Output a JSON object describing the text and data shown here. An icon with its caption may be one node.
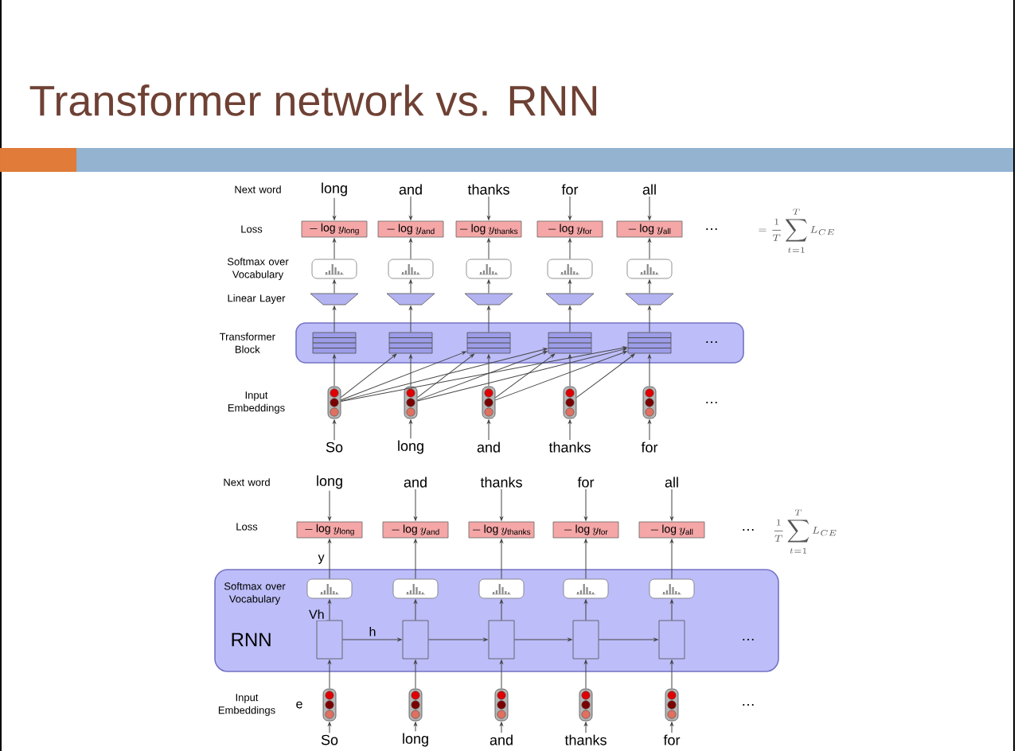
{
  "diagram": {
    "title": "Transformer network vs. RNN",
    "nodes": [
      {
        "text": [
          "long"
        ]
      },
      {
        "text": [
          "and"
        ]
      },
      {
        "text": [
          "thanks"
        ]
      },
      {
        "text": [
          "for"
        ]
      },
      {
        "text": [
          "all"
        ]
      },
      {
        "text": [
          "-\\log y_{\\mathrm{long}}"
        ]
      },
      {
        "text": [
          "-\\log y_{\\mathrm{and}}"
        ]
      },
      {
        "text": [
          "-\\log y_{\\mathrm{thanks}}"
        ]
      },
      {
        "text": [
          "-\\log y_{\\mathrm{for}}"
        ]
      },
      {
        "text": [
          "-\\log y_{\\mathrm{all}}"
        ]
      },
      {
        "text": [],
        "shape": "box"
      },
      {
        "text": [],
        "shape": "box"
      },
      {
        "text": [],
        "shape": "box"
      },
      {
        "text": [],
        "shape": "box"
      },
      {
        "text": [],
        "shape": "box"
      },
      {
        "text": [],
        "shape": "trapezoid"
      },
      {
        "text": [],
        "shape": "trapezoid"
      },
      {
        "text": [],
        "shape": "trapezoid"
      },
      {
        "text": [],
        "shape": "trapezoid"
      },
      {
        "text": [],
        "shape": "trapezoid"
      },
      {
        "text": [],
        "shape": "box",
        "beside": [
          "Transformer Block"
        ]
      },
      {
        "text": [],
        "shape": "box",
        "in": 20
      },
      {
        "text": [],
        "shape": "box",
        "in": 20
      },
      {
        "text": [],
        "shape": "box",
        "in": 20
      },
      {
        "text": [],
        "shape": "box",
        "in": 20
      },
      {
        "text": [],
        "shape": "box",
        "in": 20
      },
      {
        "text": [],
        "shape": "bar"
      },
      {
        "text": [],
        "shape": "bar"
      },
      {
        "text": [],
        "shape": "bar"
      },
      {
        "text": [],
        "shape": "bar"
      },
      {
        "text": [],
        "shape": "bar"
      },
      {
        "text": [
          "So"
        ]
      },
      {
        "text": [
          "long"
        ]
      },
      {
        "text": [
          "and"
        ]
      },
      {
        "text": [
          "thanks"
        ]
      },
      {
        "text": [
          "for"
        ]
      },
      {
        "text": [
          "long"
        ]
      },
      {
        "text": [
          "and"
        ]
      },
      {
        "text": [
          "thanks"
        ]
      },
      {
        "text": [
          "for"
        ]
      },
      {
        "text": [
          "all"
        ]
      },
      {
        "text": [
          "-\\log y_{\\mathrm{long}}"
        ]
      },
      {
        "text": [
          "-\\log y_{\\mathrm{and}}"
        ]
      },
      {
        "text": [
          "-\\log y_{\\mathrm{thanks}}"
        ]
      },
      {
        "text": [
          "-\\log y_{\\mathrm{for}}"
        ]
      },
      {
        "text": [
          "-\\log y_{\\mathrm{all}}"
        ]
      },
      {
        "text": [
          "RNN"
        ]
      },
      {
        "text": [],
        "shape": "box",
        "in": 46
      },
      {
        "text": [],
        "shape": "box",
        "in": 46
      },
      {
        "text": [],
        "shape": "box",
        "in": 46
      },
      {
        "text": [],
        "shape": "box",
        "in": 46
      },
      {
        "text": [],
        "shape": "box",
        "in": 46
      },
      {
        "text": [],
        "shape": "box",
        "in": 46
      },
      {
        "text": [],
        "shape": "box",
        "in": 46
      },
      {
        "text": [],
        "shape": "box",
        "in": 46
      },
      {
        "text": [],
        "shape": "box",
        "in": 46
      },
      {
        "text": [],
        "shape": "box",
        "in": 46
      },
      {
        "text": [],
        "shape": "bar"
      },
      {
        "text": [],
        "shape": "bar"
      },
      {
        "text": [],
        "shape": "bar"
      },
      {
        "text": [],
        "shape": "bar"
      },
      {
        "text": [],
        "shape": "bar"
      },
      {
        "text": [
          "So"
        ]
      },
      {
        "text": [
          "long"
        ]
      },
      {
        "text": [
          "and"
        ]
      },
      {
        "text": [
          "thanks"
        ]
      },
      {
        "text": [
          "for"
        ]
      }
    ],
    "edges": [
      {
        "from": 0,
        "to": 5,
        "arrow": "to"
      },
      {
        "from": 1,
        "to": 6,
        "arrow": "to"
      },
      {
        "from": 2,
        "to": 7,
        "arrow": "to"
      },
      {
        "from": 3,
        "to": 8,
        "arrow": "to"
      },
      {
        "from": 4,
        "to": 9,
        "arrow": "to"
      },
      {
        "from": 10,
        "to": 5,
        "arrow": "to"
      },
      {
        "from": 11,
        "to": 6,
        "arrow": "to"
      },
      {
        "from": 12,
        "to": 7,
        "arrow": "to"
      },
      {
        "from": 13,
        "to": 8,
        "arrow": "to"
      },
      {
        "from": 14,
        "to": 9,
        "arrow": "to"
      },
      {
        "from": 15,
        "to": 10,
        "arrow": "to"
      },
      {
        "from": 16,
        "to": 11,
        "arrow": "to"
      },
      {
        "from": 17,
        "to": 12,
        "arrow": "to"
      },
      {
        "from": 18,
        "to": 13,
        "arrow": "to"
      },
      {
        "from": 19,
        "to": 14,
        "arrow": "to"
      },
      {
        "from": 21,
        "to": 15,
        "arrow": "to"
      },
      {
        "from": 22,
        "to": 16,
        "arrow": "to"
      },
      {
        "from": 23,
        "to": 17,
        "arrow": "to"
      },
      {
        "from": 24,
        "to": 18,
        "arrow": "to"
      },
      {
        "from": 25,
        "to": 19,
        "arrow": "to"
      },
      {
        "from": 26,
        "to": 21,
        "arrow": "to"
      },
      {
        "from": 27,
        "to": 22,
        "arrow": "to"
      },
      {
        "from": 28,
        "to": 23,
        "arrow": "to"
      },
      {
        "from": 29,
        "to": 24,
        "arrow": "to"
      },
      {
        "from": 30,
        "to": 25,
        "arrow": "to"
      },
      {
        "from": 26,
        "to": 22,
        "arrow": "to"
      },
      {
        "from": 26,
        "to": 23,
        "arrow": "to"
      },
      {
        "from": 26,
        "to": 24,
        "arrow": "to"
      },
      {
        "from": 26,
        "to": 25,
        "arrow": "to"
      },
      {
        "from": 27,
        "to": 23,
        "arrow": "to"
      },
      {
        "from": 27,
        "to": 24,
        "arrow": "to"
      },
      {
        "from": 27,
        "to": 25,
        "arrow": "to"
      },
      {
        "from": 28,
        "to": 24,
        "arrow": "to"
      },
      {
        "from": 28,
        "to": 25,
        "arrow": "to"
      },
      {
        "from": 29,
        "to": 25,
        "arrow": "to"
      },
      {
        "from": 31,
        "to": 26,
        "arrow": "to"
      },
      {
        "from": 32,
        "to": 27,
        "arrow": "to"
      },
      {
        "from": 33,
        "to": 28,
        "arrow": "to"
      },
      {
        "from": 34,
        "to": 29,
        "arrow": "to"
      },
      {
        "from": 35,
        "to": 30,
        "arrow": "to"
      },
      {
        "from": 36,
        "to": 41,
        "arrow": "to"
      },
      {
        "from": 37,
        "to": 42,
        "arrow": "to"
      },
      {
        "from": 38,
        "to": 43,
        "arrow": "to"
      },
      {
        "from": 39,
        "to": 44,
        "arrow": "to"
      },
      {
        "from": 40,
        "to": 45,
        "arrow": "to"
      },
      {
        "from": 47,
        "to": 41,
        "arrow": "to",
        "label": "y"
      },
      {
        "from": 48,
        "to": 42,
        "arrow": "to"
      },
      {
        "from": 49,
        "to": 43,
        "arrow": "to"
      },
      {
        "from": 50,
        "to": 44,
        "arrow": "to"
      },
      {
        "from": 51,
        "to": 45,
        "arrow": "to"
      },
      {
        "from": 52,
        "to": 47,
        "arrow": "to",
        "label": "Vh"
      },
      {
        "from": 53,
        "to": 48,
        "arrow": "to"
      },
      {
        "from": 54,
        "to": 49,
        "arrow": "to"
      },
      {
        "from": 55,
        "to": 50,
        "arrow": "to"
      },
      {
        "from": 56,
        "to": 51,
        "arrow": "to"
      },
      {
        "from": 52,
        "to": 53,
        "arrow": "to",
        "label": "h"
      },
      {
        "from": 53,
        "to": 54,
        "arrow": "to"
      },
      {
        "from": 54,
        "to": 55,
        "arrow": "to"
      },
      {
        "from": 55,
        "to": 56,
        "arrow": "to"
      },
      {
        "from": 57,
        "to": 52,
        "arrow": "to"
      },
      {
        "from": 58,
        "to": 53,
        "arrow": "to"
      },
      {
        "from": 59,
        "to": 54,
        "arrow": "to"
      },
      {
        "from": 60,
        "to": 55,
        "arrow": "to"
      },
      {
        "from": 61,
        "to": 56,
        "arrow": "to"
      },
      {
        "from": 62,
        "to": 57,
        "arrow": "to"
      },
      {
        "from": 63,
        "to": 58,
        "arrow": "to"
      },
      {
        "from": 64,
        "to": 59,
        "arrow": "to"
      },
      {
        "from": 65,
        "to": 60,
        "arrow": "to"
      },
      {
        "from": 66,
        "to": 61,
        "arrow": "to"
      }
    ],
    "labels": [
      "Next word",
      "Loss",
      "…",
      "= \\frac{1}{T}\\sum_{t=1}^{T} L_{CE}",
      "Softmax over Vocabulary",
      "Linear Layer",
      "…",
      "Input Embeddings",
      "…",
      "Next word",
      "Loss",
      "…",
      "\\frac{1}{T}\\sum_{t=1}^{T} L_{CE}",
      "Softmax over Vocabulary",
      "…",
      "e",
      "Input Embeddings",
      "…"
    ]
  }
}
